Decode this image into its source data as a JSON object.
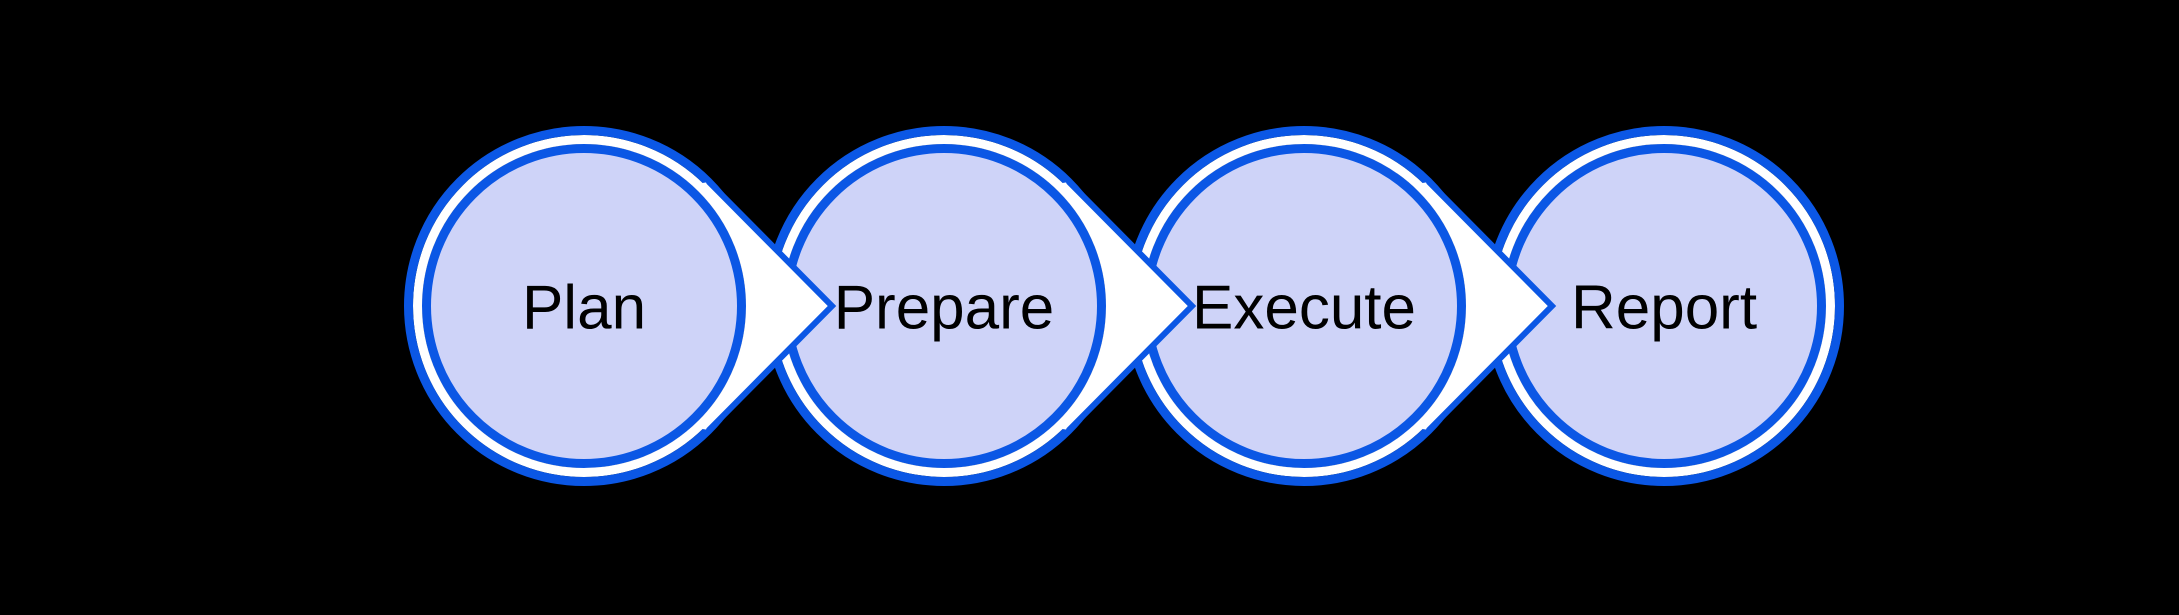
{
  "diagram": {
    "type": "process-flow",
    "background_color": "#000000",
    "accent_blue": "#0B57E5",
    "circle_fill": "#CED3F8",
    "label_color": "#000000",
    "arrow_fill": "#FFFFFF",
    "steps": [
      {
        "label": "Plan"
      },
      {
        "label": "Prepare"
      },
      {
        "label": "Execute"
      },
      {
        "label": "Report"
      }
    ],
    "connector": "right-arrow"
  }
}
